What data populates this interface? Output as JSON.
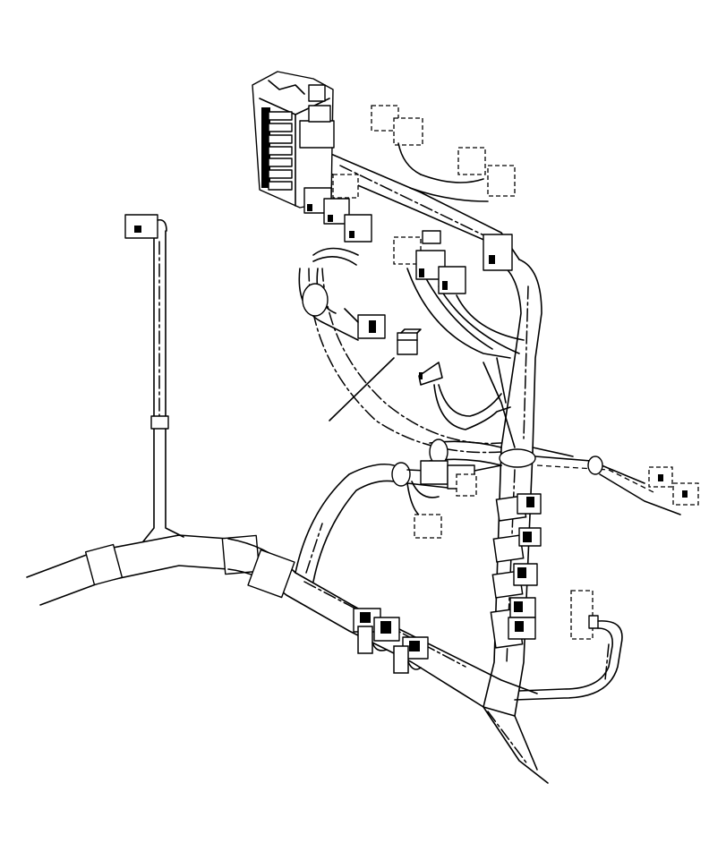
{
  "diagram": {
    "components": [
      {
        "name": "fuse-relay-block",
        "kind": "junction-block"
      },
      {
        "name": "main-harness-trunk",
        "kind": "harness"
      },
      {
        "name": "vertical-branch-harness",
        "kind": "harness"
      },
      {
        "name": "left-branch-harness",
        "kind": "harness"
      },
      {
        "name": "right-branch-connectors",
        "kind": "connector"
      },
      {
        "name": "riser-connector-cluster",
        "kind": "connector"
      },
      {
        "name": "floor-connectors",
        "kind": "connector"
      },
      {
        "name": "single-relay",
        "kind": "relay",
        "callout": true
      }
    ]
  }
}
